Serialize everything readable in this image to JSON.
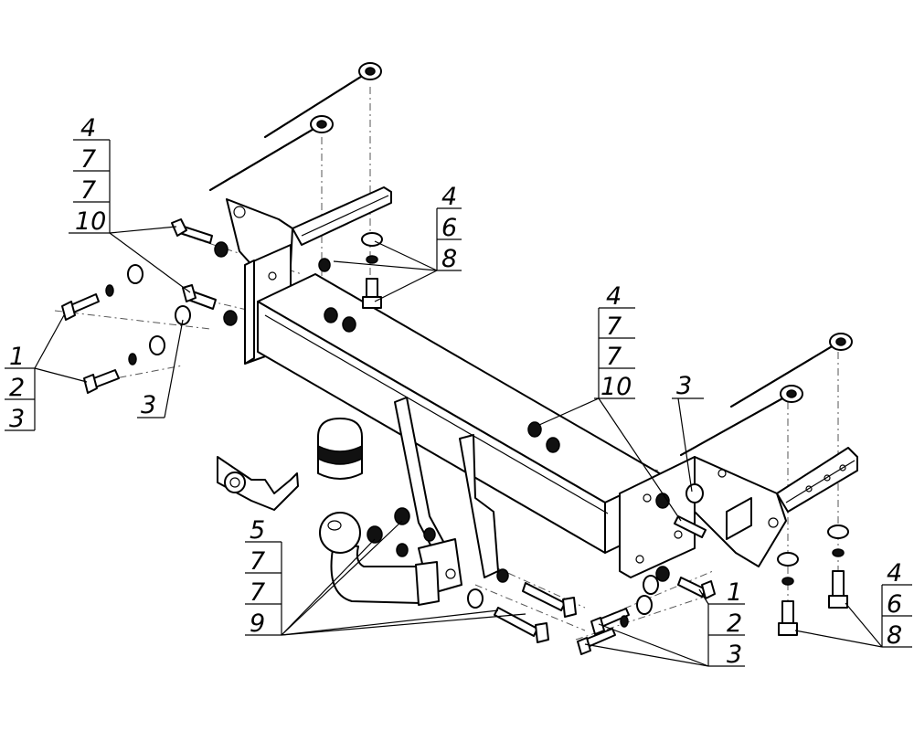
{
  "callouts": {
    "top_left": {
      "rows": [
        "4",
        "7",
        "7",
        "10"
      ]
    },
    "left": {
      "rows": [
        "1",
        "2",
        "3"
      ]
    },
    "left_single": {
      "label": "3"
    },
    "top_center": {
      "rows": [
        "4",
        "6",
        "8"
      ]
    },
    "mid_center": {
      "rows": [
        "4",
        "7",
        "7",
        "10"
      ]
    },
    "mid_single": {
      "label": "3"
    },
    "bottom_left": {
      "rows": [
        "5",
        "7",
        "7",
        "9"
      ]
    },
    "bottom_center": {
      "rows": [
        "1",
        "2",
        "3"
      ]
    },
    "bottom_right": {
      "rows": [
        "4",
        "6",
        "8"
      ]
    }
  }
}
